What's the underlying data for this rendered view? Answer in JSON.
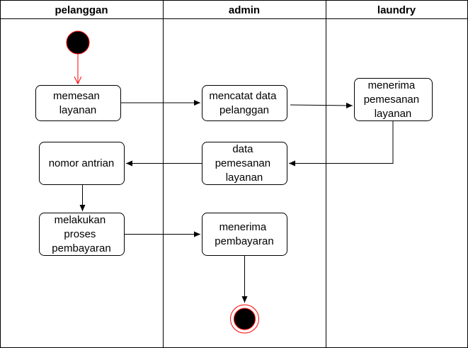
{
  "lanes": [
    {
      "title": "pelanggan"
    },
    {
      "title": "admin"
    },
    {
      "title": "laundry"
    }
  ],
  "nodes": {
    "memesan_layanan": [
      "memesan",
      "layanan"
    ],
    "mencatat_data": [
      "mencatat data",
      "pelanggan"
    ],
    "menerima_pemesanan": [
      "menerima",
      "pemesanan",
      "layanan"
    ],
    "data_pemesanan": [
      "data",
      "pemesanan",
      "layanan"
    ],
    "nomor_antrian": [
      "nomor antrian"
    ],
    "melakukan_pembayaran": [
      "melakukan",
      "proses",
      "pembayaran"
    ],
    "menerima_pembayaran": [
      "menerima",
      "pembayaran"
    ]
  },
  "colors": {
    "line": "#000000",
    "start_outline": "#ff0000",
    "start_arrow": "#ff0000",
    "end_ring": "#ff0000",
    "fill": "#ffffff",
    "node_fill": "#000000"
  }
}
